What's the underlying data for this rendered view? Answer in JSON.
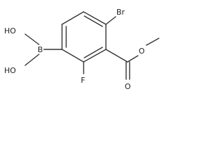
{
  "molecule": {
    "atoms": {
      "br": "Br",
      "b": "B",
      "oh1": "HO",
      "oh2": "HO",
      "f": "F",
      "o_carbonyl": "O",
      "o_ester": "O"
    },
    "colors": {
      "bond": "#333333",
      "label": "#222222",
      "background": "#ffffff"
    }
  }
}
